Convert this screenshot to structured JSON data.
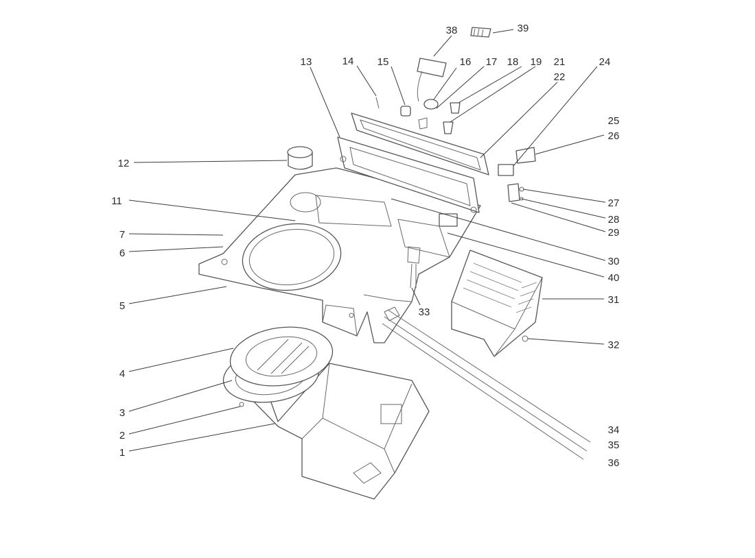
{
  "callouts": [
    "1",
    "2",
    "3",
    "4",
    "5",
    "6",
    "7",
    "11",
    "12",
    "13",
    "14",
    "15",
    "16",
    "17",
    "18",
    "19",
    "21",
    "22",
    "24",
    "25",
    "26",
    "27",
    "28",
    "29",
    "30",
    "31",
    "32",
    "33",
    "34",
    "35",
    "36",
    "38",
    "39",
    "40"
  ],
  "colors": {
    "line": "#555555",
    "text": "#2a2a2a",
    "background": "#ffffff"
  }
}
